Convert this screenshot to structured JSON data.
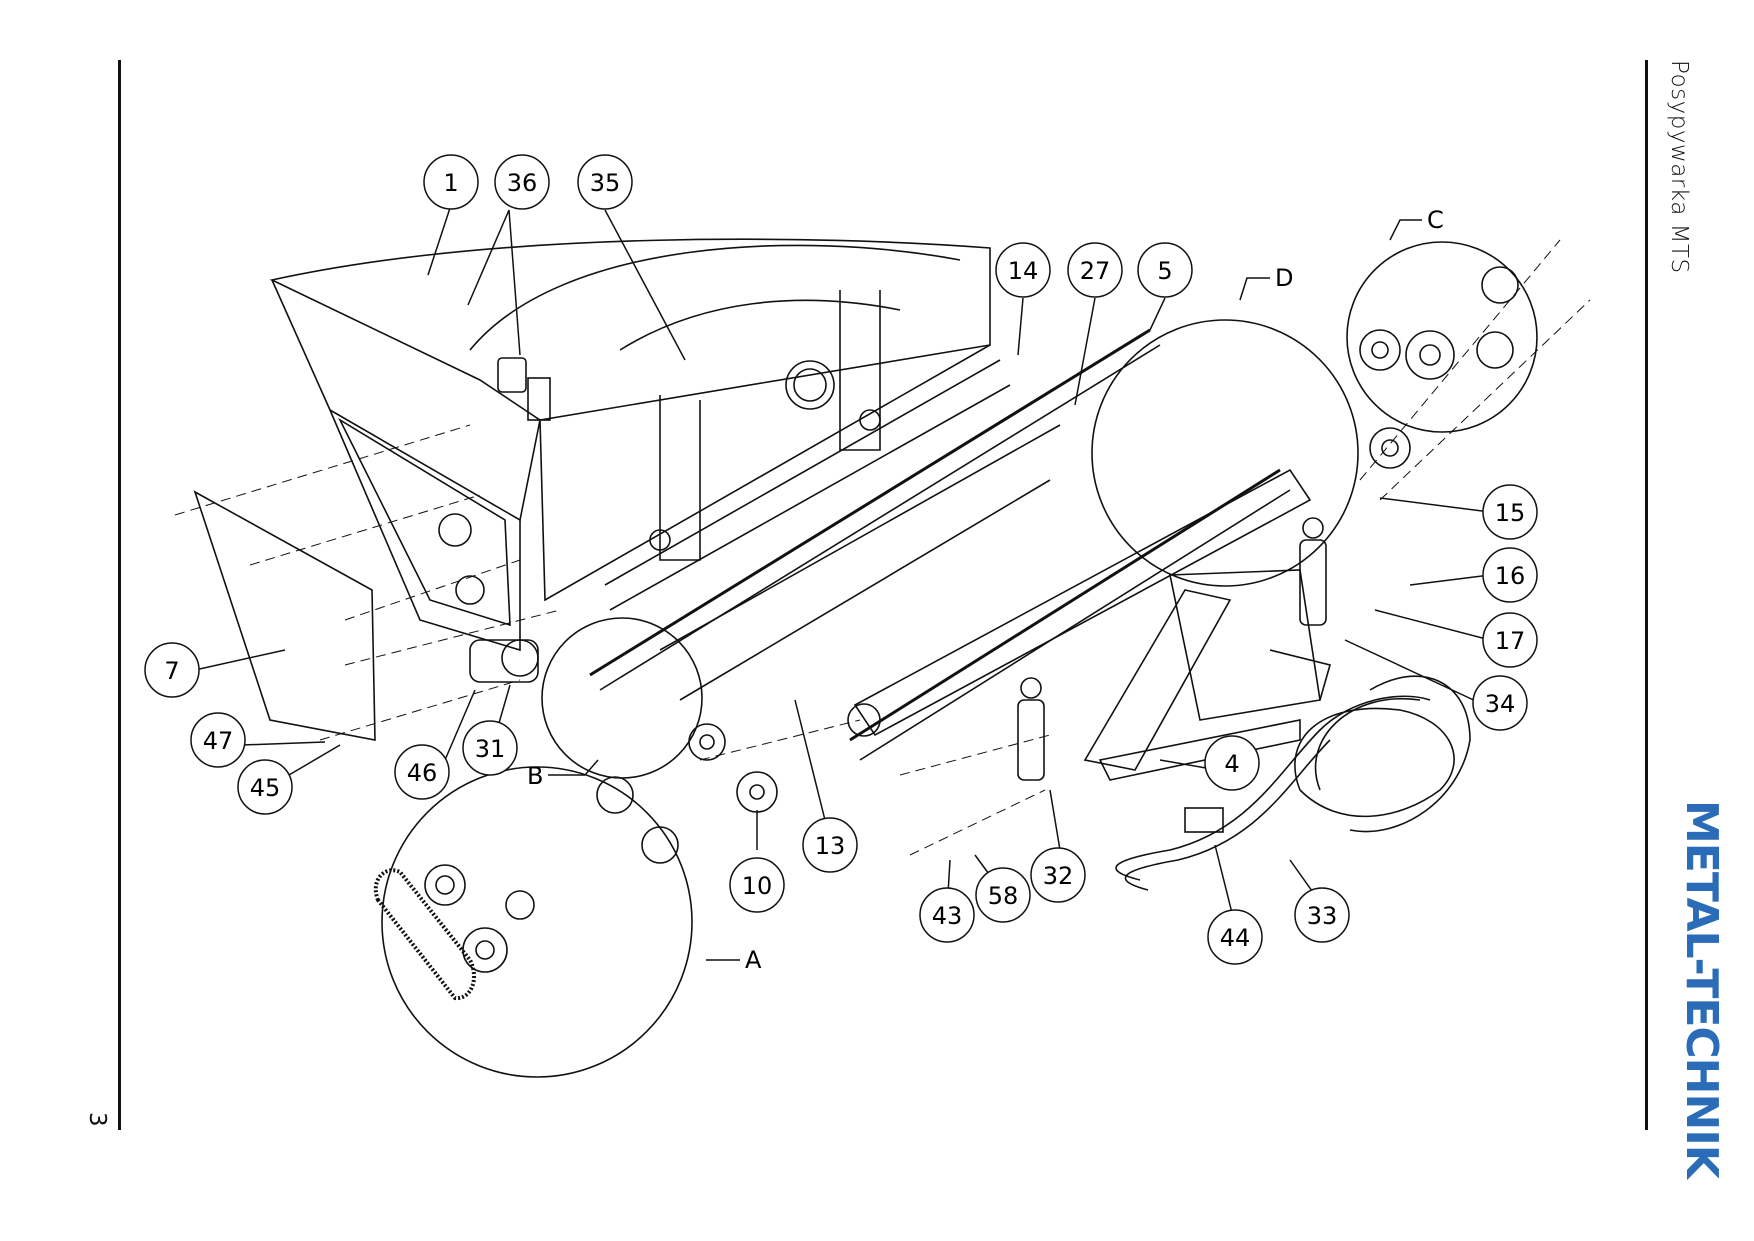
{
  "document": {
    "title": "Posypywarka MTS",
    "page_number": "3",
    "logo_text": "METAL-TECHNIK",
    "logo_color": "#2b6cb8"
  },
  "callouts": [
    {
      "id": "c1",
      "label": "1"
    },
    {
      "id": "c36",
      "label": "36"
    },
    {
      "id": "c35",
      "label": "35"
    },
    {
      "id": "c14",
      "label": "14"
    },
    {
      "id": "c27",
      "label": "27"
    },
    {
      "id": "c5",
      "label": "5"
    },
    {
      "id": "c15",
      "label": "15"
    },
    {
      "id": "c16",
      "label": "16"
    },
    {
      "id": "c17",
      "label": "17"
    },
    {
      "id": "c34",
      "label": "34"
    },
    {
      "id": "c7",
      "label": "7"
    },
    {
      "id": "c47",
      "label": "47"
    },
    {
      "id": "c45",
      "label": "45"
    },
    {
      "id": "c46",
      "label": "46"
    },
    {
      "id": "c31",
      "label": "31"
    },
    {
      "id": "c10",
      "label": "10"
    },
    {
      "id": "c13",
      "label": "13"
    },
    {
      "id": "c4",
      "label": "4"
    },
    {
      "id": "c32",
      "label": "32"
    },
    {
      "id": "c43",
      "label": "43"
    },
    {
      "id": "c58",
      "label": "58"
    },
    {
      "id": "c44",
      "label": "44"
    },
    {
      "id": "c33",
      "label": "33"
    }
  ],
  "detail_labels": {
    "A": "A",
    "B": "B",
    "C": "C",
    "D": "D"
  }
}
